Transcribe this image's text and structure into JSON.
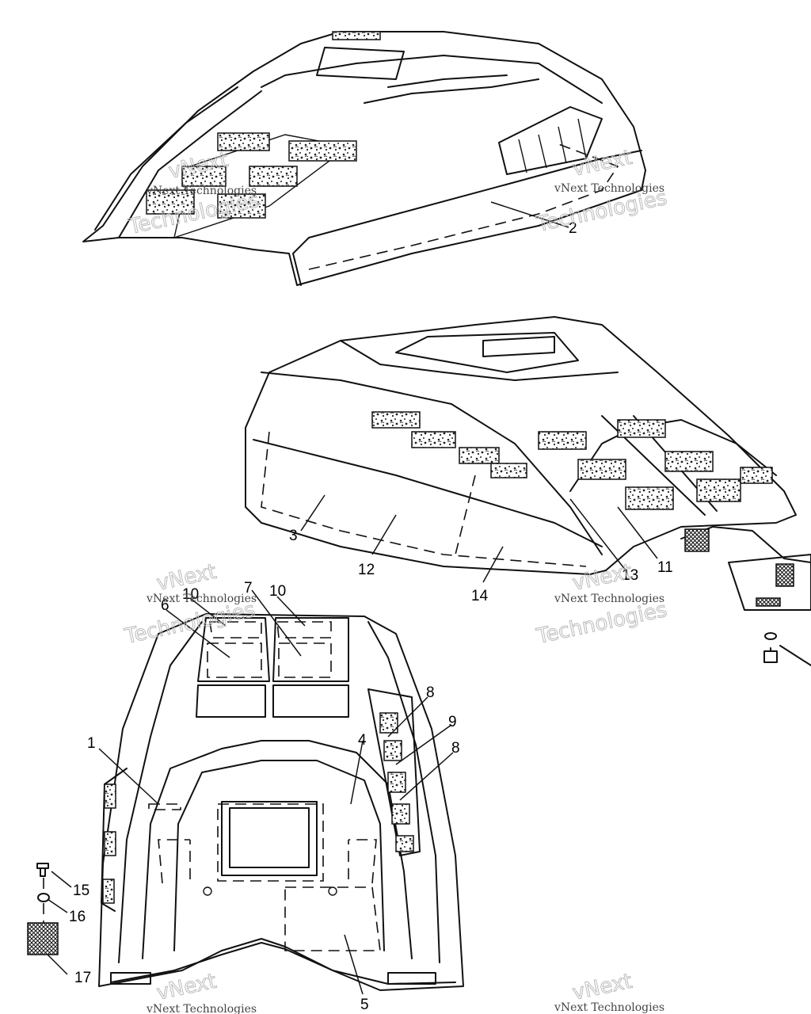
{
  "callouts": {
    "c1": "1",
    "c2": "2",
    "c3": "3",
    "c4": "4",
    "c5": "5",
    "c6": "6",
    "c7": "7",
    "c8a": "8",
    "c8b": "8",
    "c9": "9",
    "c10a": "10",
    "c10b": "10",
    "c11": "11",
    "c12": "12",
    "c13": "13",
    "c14": "14",
    "c15": "15",
    "c16": "16",
    "c17": "17"
  },
  "watermark": {
    "line1": "vNext Technologies",
    "line2": "vNext",
    "line3": "Technologies"
  }
}
